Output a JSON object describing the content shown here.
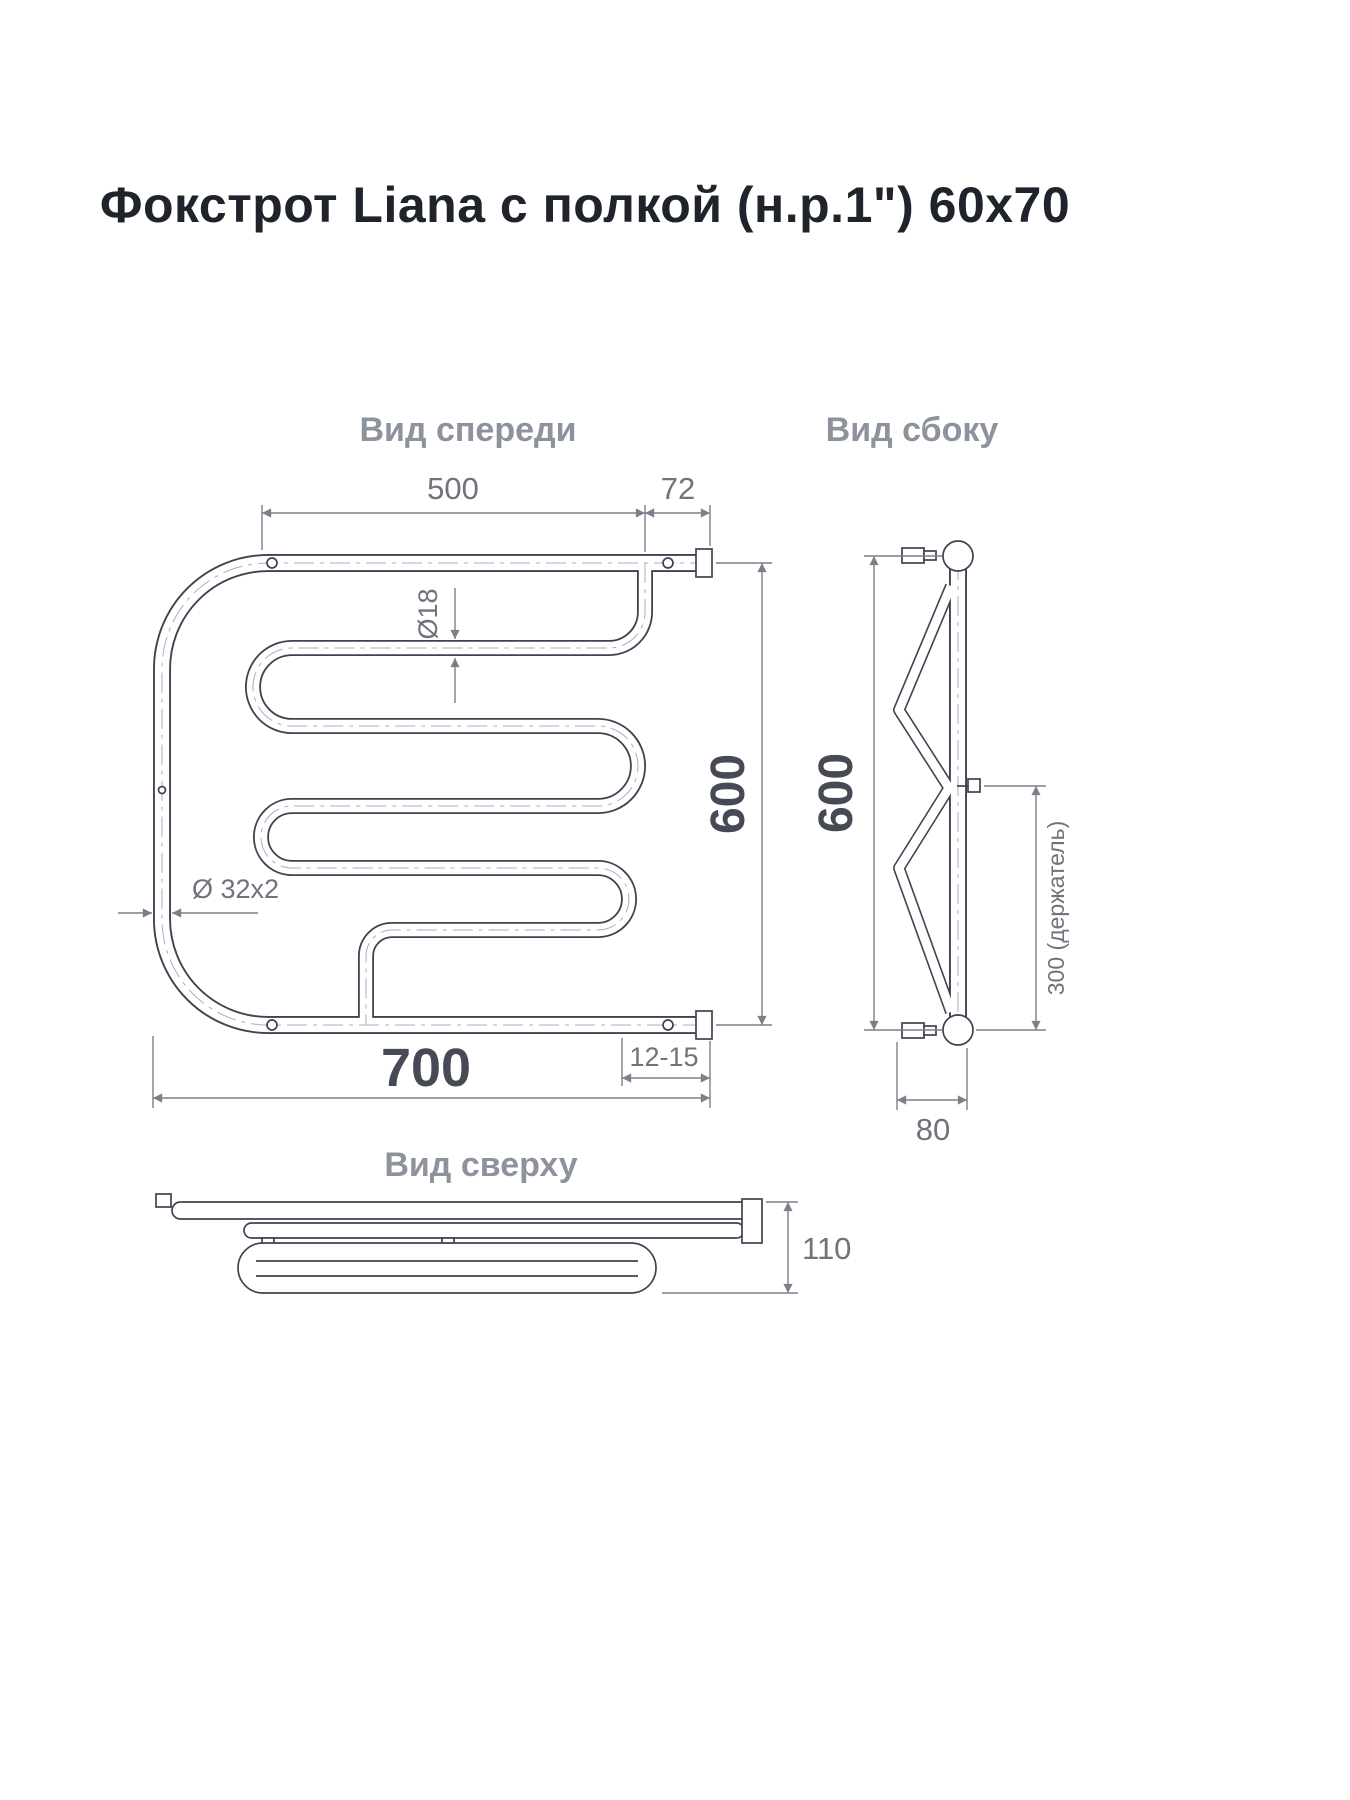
{
  "title": "Фокстрот Liana с полкой (н.р.1\") 60x70",
  "views": {
    "front_label": "Вид спереди",
    "side_label": "Вид сбоку",
    "top_label": "Вид сверху"
  },
  "dims": {
    "front_top_width": "500",
    "front_offset": "72",
    "front_height": "600",
    "front_bottom_width": "700",
    "front_wall_gap": "12-15",
    "pipe_small": "Ø18",
    "pipe_main": "Ø 32x2",
    "side_height": "600",
    "side_holder": "300 (держатель)",
    "side_depth": "80",
    "top_depth": "110"
  },
  "colors": {
    "pipe": "#3d4350",
    "dim_line": "#7a8089",
    "dim_text": "#6e737c",
    "dim_text_strong": "#454a54",
    "label": "#8d939c",
    "title": "#1f232b"
  }
}
